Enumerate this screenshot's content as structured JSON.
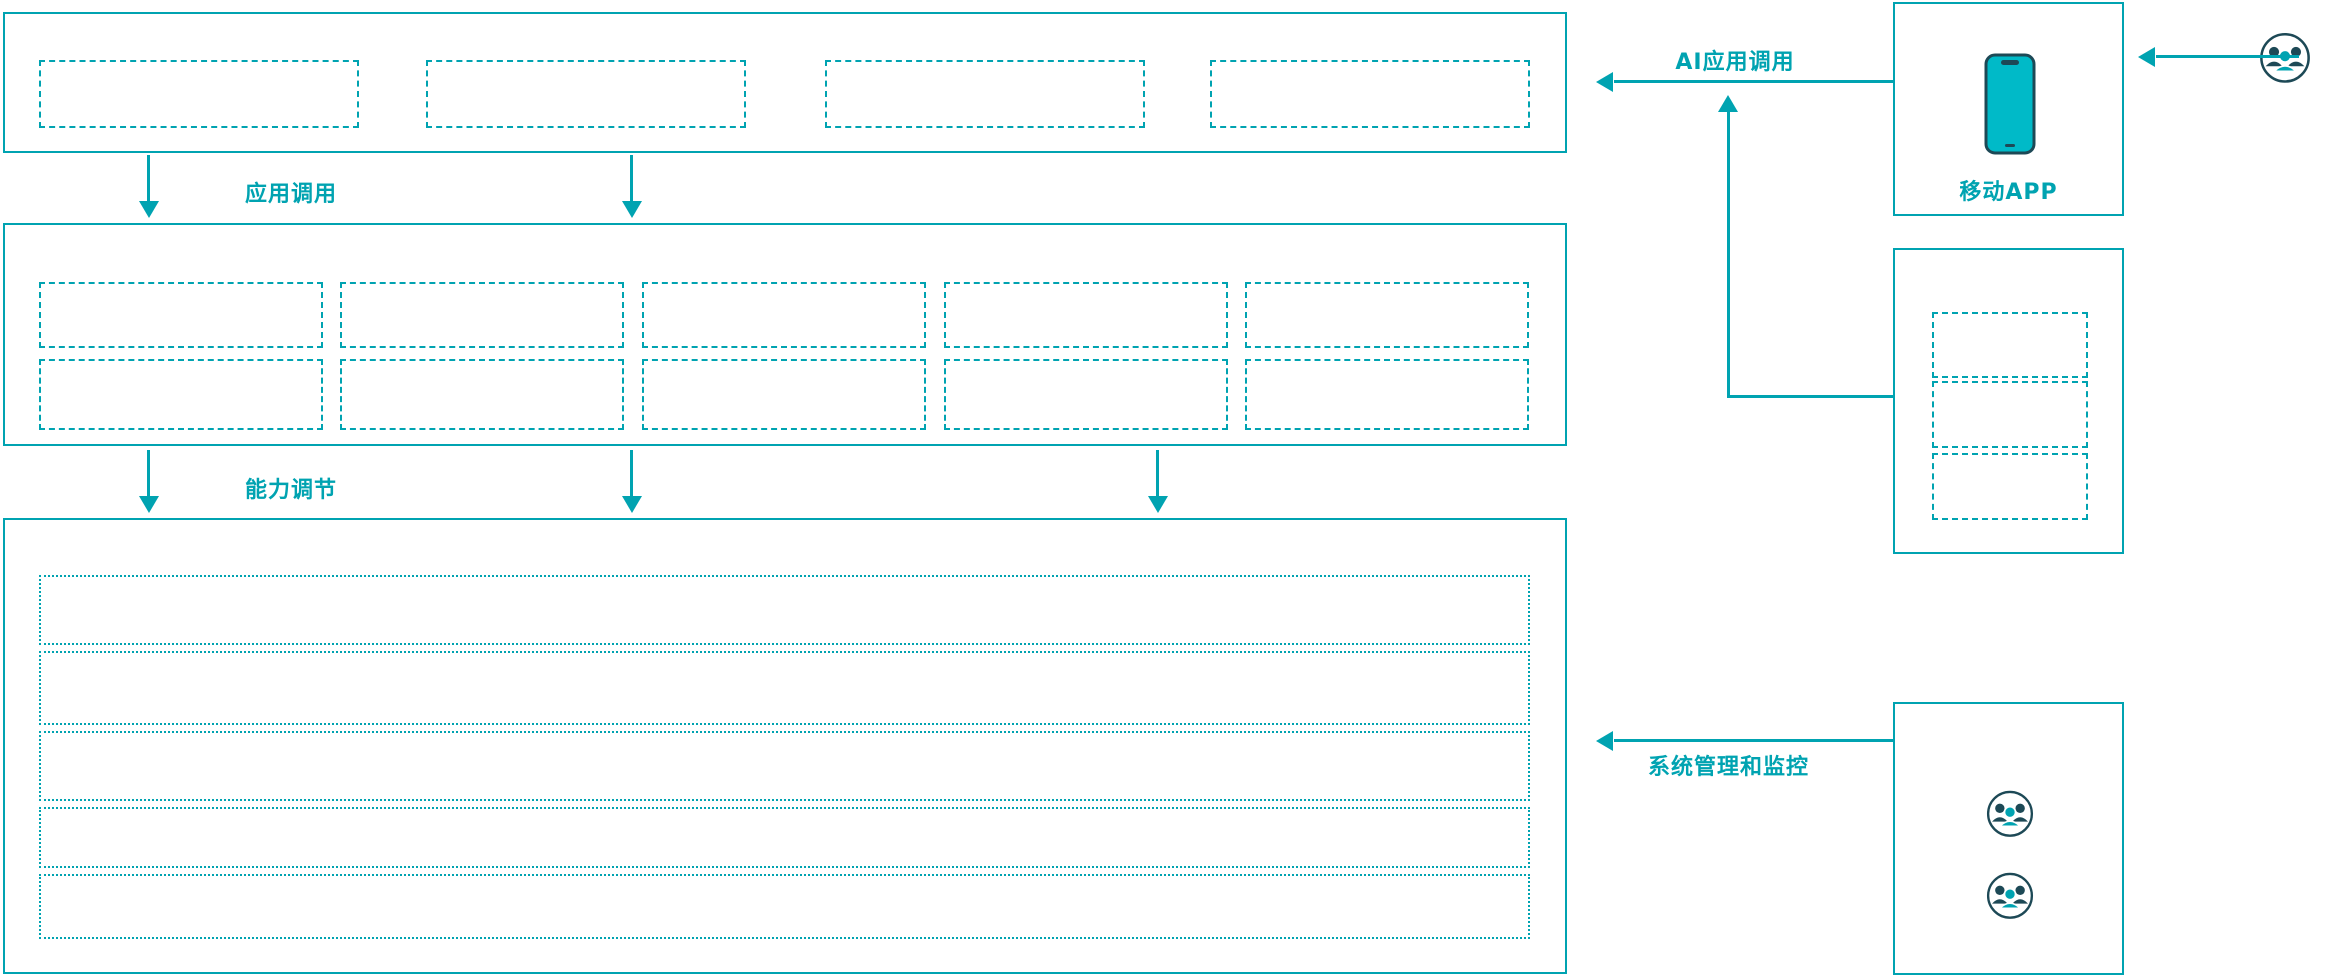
{
  "colors": {
    "teal": "#00a3b1",
    "dark": "#1d4956",
    "phone_fill": "#00bac8",
    "background": "#ffffff"
  },
  "labels": {
    "app_call": "应用调用",
    "capability_adjust": "能力调节",
    "ai_app_call": "AI应用调用",
    "mobile_app": "移动APP",
    "system_monitor": "系统管理和监控"
  },
  "icons": {
    "smartphone": "smartphone-icon",
    "user_group": "user-group-icon"
  },
  "structure": {
    "layer1_placeholder_count": 4,
    "layer2_placeholder_rows": 2,
    "layer2_placeholder_cols": 5,
    "layer3_row_count": 5,
    "right_panel_placeholder_count": 3,
    "monitor_panel_icon_count": 2
  }
}
